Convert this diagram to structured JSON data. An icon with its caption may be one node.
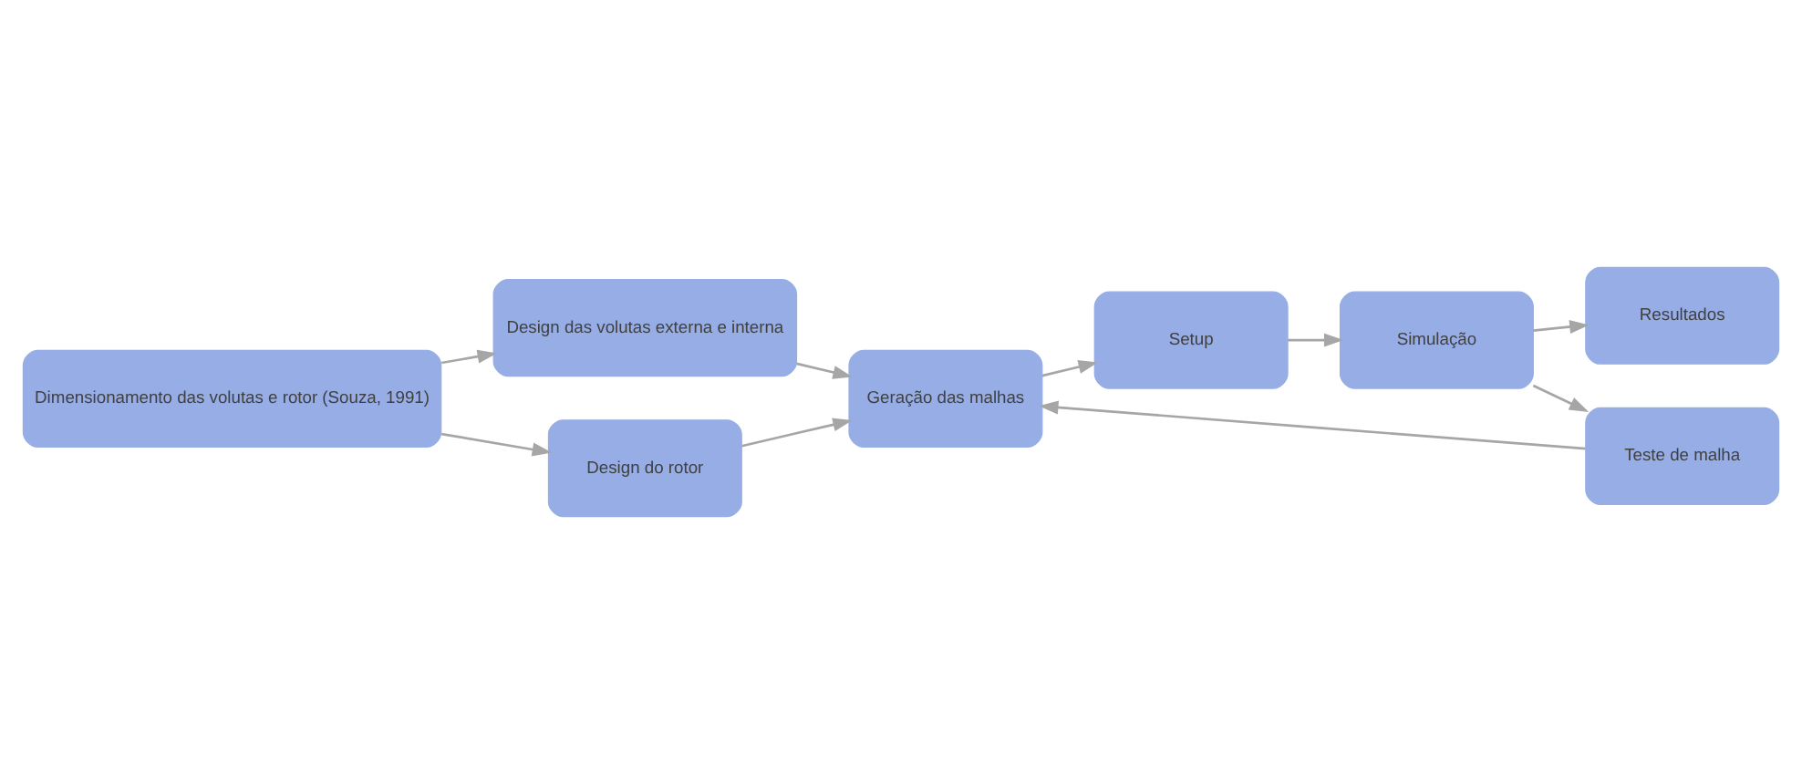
{
  "diagram": {
    "nodes": [
      {
        "text": [
          "Dimensionamento das volutas e rotor (Souza, 1991)"
        ]
      },
      {
        "text": [
          "Design das volutas externa e interna"
        ]
      },
      {
        "text": [
          "Design do rotor"
        ]
      },
      {
        "text": [
          "Geração das malhas"
        ]
      },
      {
        "text": [
          "Resultados"
        ]
      },
      {
        "text": [
          "Simulação"
        ]
      },
      {
        "text": [
          "Setup"
        ]
      },
      {
        "text": [
          "Teste de malha"
        ]
      }
    ],
    "edges": [
      {
        "from": 0,
        "to": 1,
        "arrow": "to"
      },
      {
        "from": 0,
        "to": 2,
        "arrow": "to"
      },
      {
        "from": 1,
        "to": 3,
        "arrow": "to"
      },
      {
        "from": 2,
        "to": 3,
        "arrow": "to"
      },
      {
        "from": 3,
        "to": 6,
        "arrow": "to"
      },
      {
        "from": 6,
        "to": 5,
        "arrow": "to"
      },
      {
        "from": 5,
        "to": 4,
        "arrow": "to"
      },
      {
        "from": 5,
        "to": 7,
        "arrow": "to"
      },
      {
        "from": 7,
        "to": 3,
        "arrow": "to"
      }
    ]
  }
}
